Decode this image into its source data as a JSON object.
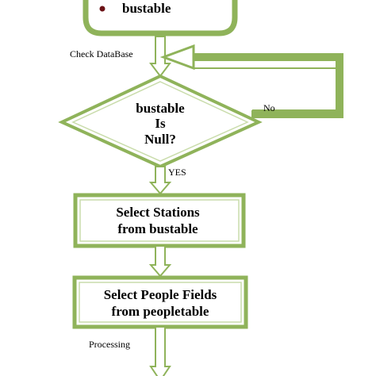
{
  "colors": {
    "outline": "#8fb35a",
    "outline_light": "#c9dcab",
    "fill": "#ffffff",
    "bullet": "#6b1216"
  },
  "nodes": {
    "start": {
      "text": "bustable"
    },
    "decision": {
      "line1": "bustable",
      "line2": "Is",
      "line3": "Null?"
    },
    "stations": {
      "line1": "Select Stations",
      "line2": "from bustable"
    },
    "people": {
      "line1": "Select People Fields",
      "line2": "from peopletable"
    }
  },
  "edges": {
    "check": "Check DataBase",
    "no": "No",
    "yes": "YES",
    "processing": "Processing"
  }
}
